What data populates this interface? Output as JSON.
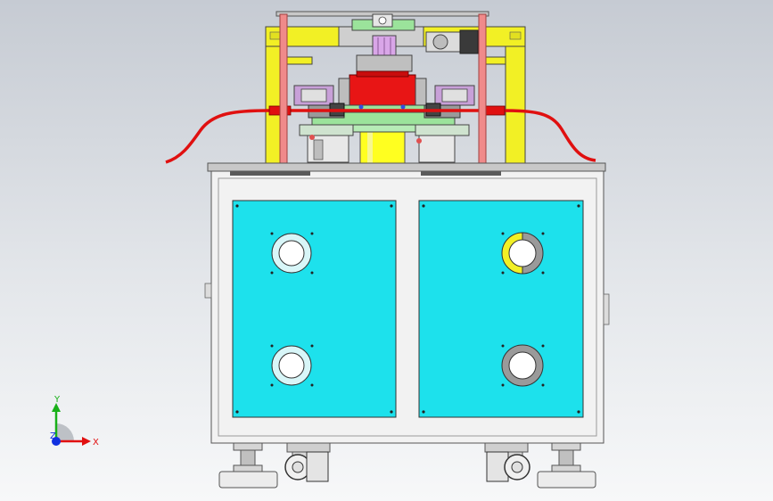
{
  "viewport": {
    "background_top": "#c6cbd3",
    "background_bottom": "#f7f8f9"
  },
  "model": {
    "frame_color": "#f2f025",
    "panel_color": "#1de1ec",
    "cabinet_color": "#f2f2f2",
    "top_plate_color": "#c8c8c8",
    "guide_rod_color": "#f08a8a",
    "cable_color": "#e01010",
    "head_block_color": "#e81515",
    "mount_plate_color": "#9be39b",
    "column_color": "#ffff20",
    "component_color": "#c8a0d8",
    "ports": [
      {
        "name": "port-left-top",
        "style": "cyan-ring"
      },
      {
        "name": "port-right-top",
        "style": "yellow-gray-ring"
      },
      {
        "name": "port-left-bottom",
        "style": "cyan-ring"
      },
      {
        "name": "port-right-bottom",
        "style": "gray-ring"
      }
    ]
  },
  "triad": {
    "x_label": "X",
    "y_label": "Y",
    "z_label": "Z",
    "x_color": "#e11010",
    "y_color": "#18b018",
    "z_color": "#1030e0"
  }
}
